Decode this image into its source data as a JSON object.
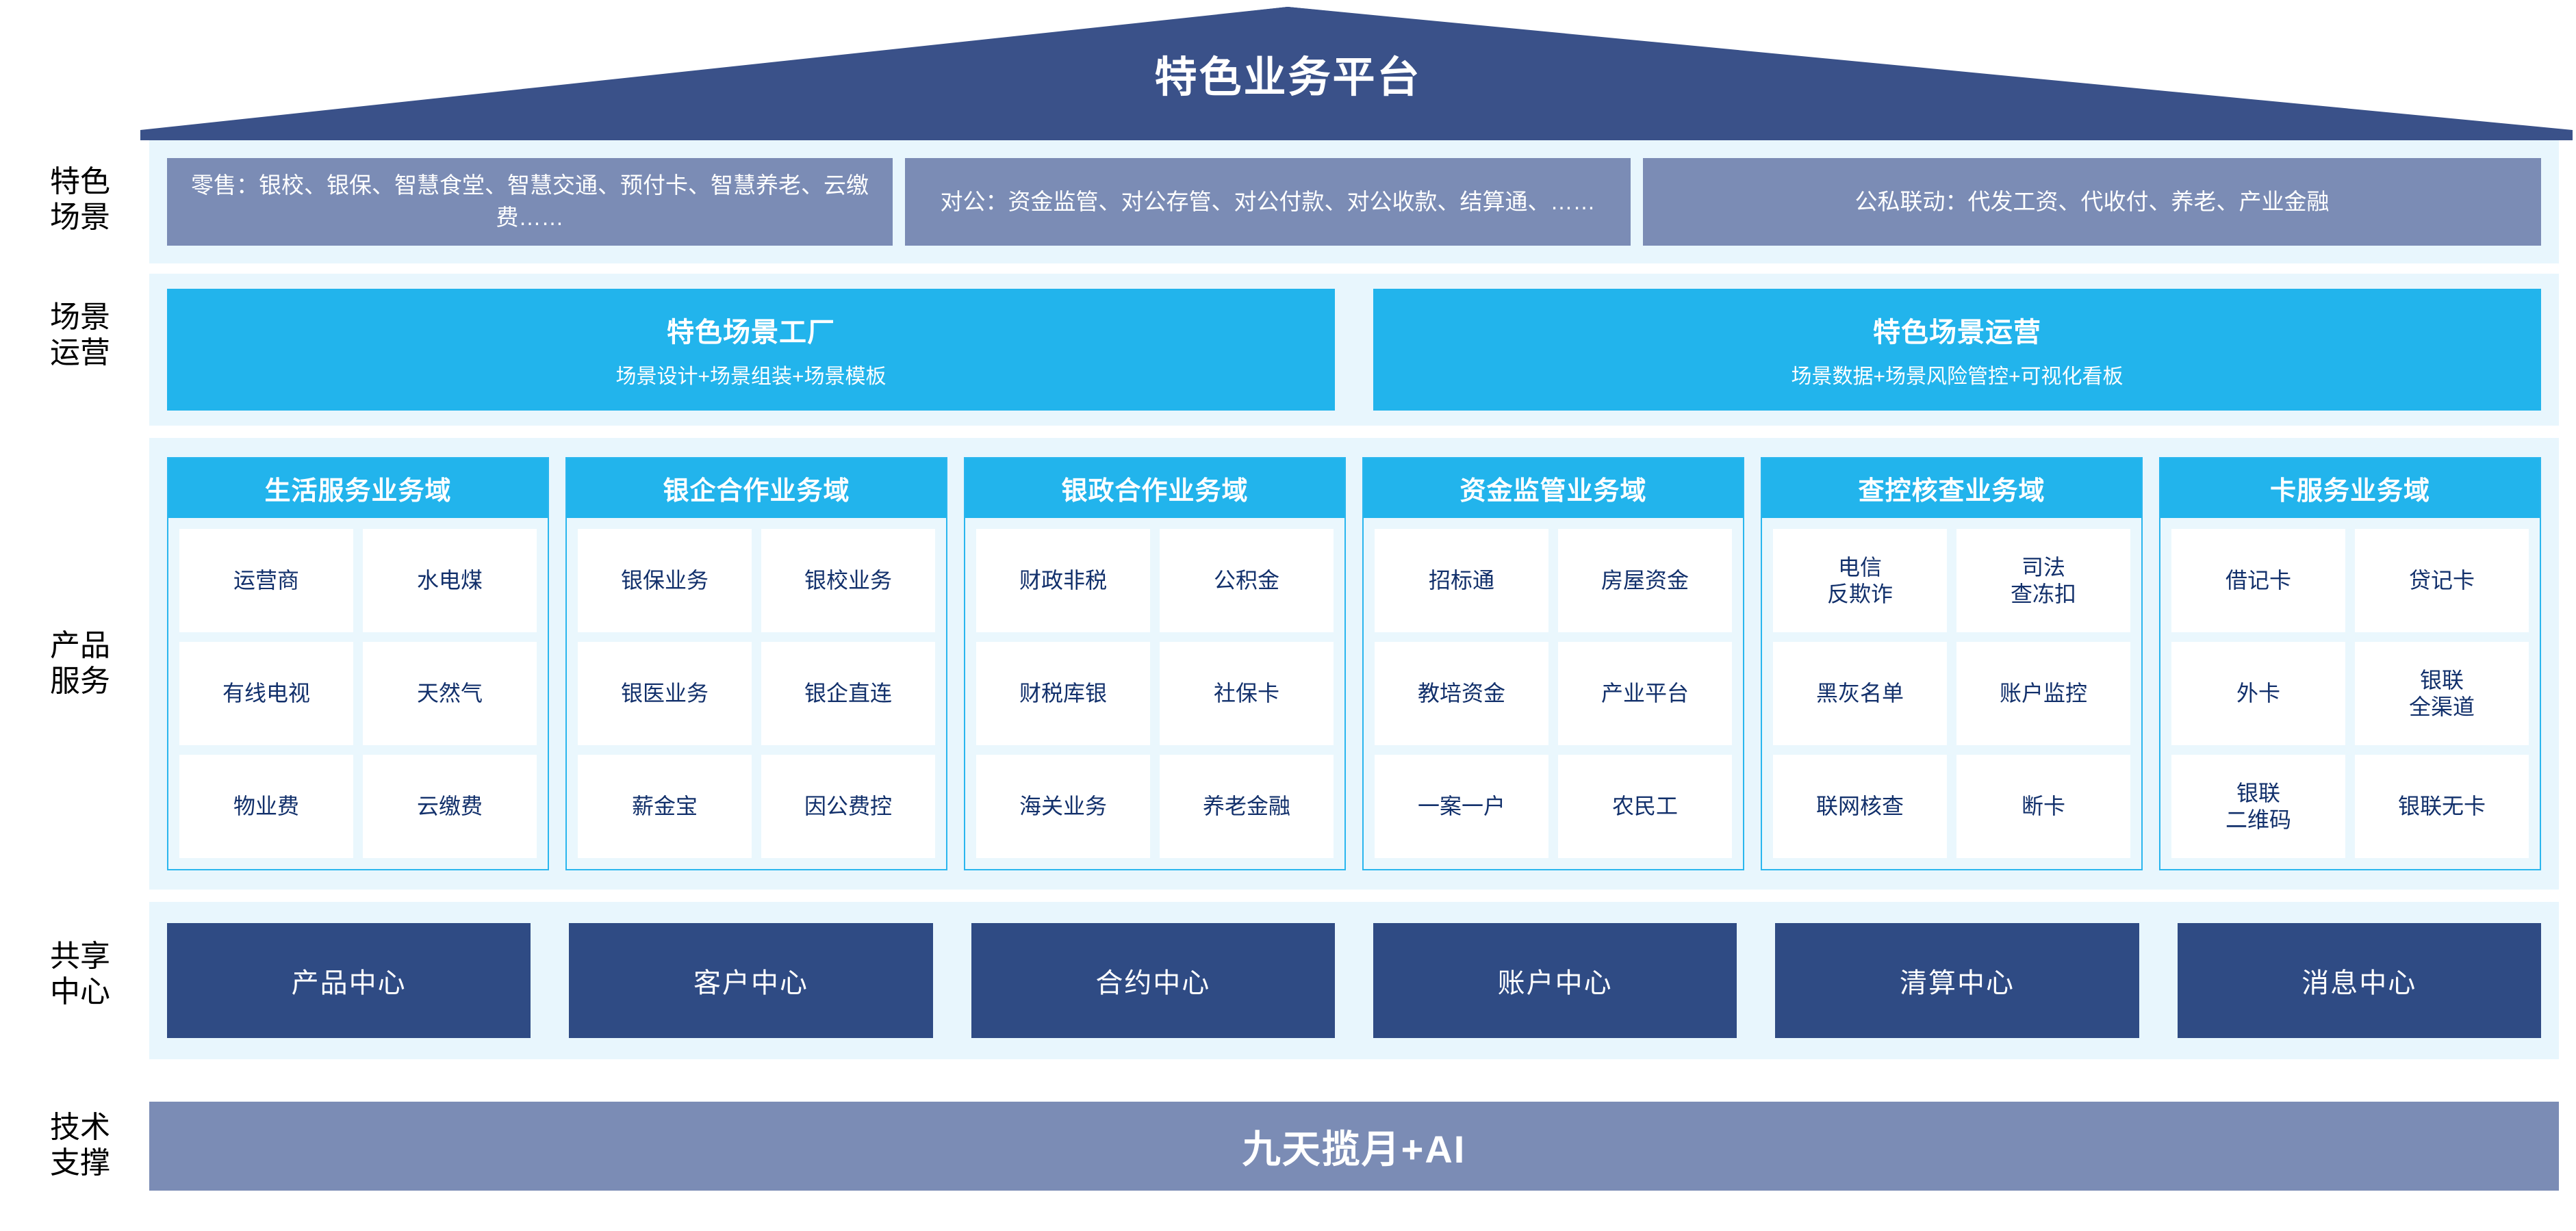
{
  "header": {
    "title": "特色业务平台",
    "roof_color": "#3a5189"
  },
  "colors": {
    "roof": "#3a5189",
    "panel_bg": "#e8f6fd",
    "scene_box": "#7b8cb5",
    "cyan": "#22b4ec",
    "deep_blue": "#2f4b84",
    "cell_text": "#12306b",
    "tech_bar": "#7b8cb5"
  },
  "rows": {
    "scene": {
      "label": "特色\n场景",
      "boxes": [
        "零售：银校、银保、智慧食堂、智慧交通、预付卡、智慧养老、云缴费……",
        "对公：资金监管、对公存管、对公付款、对公收款、结算通、……",
        "公私联动：代发工资、代收付、养老、产业金融"
      ]
    },
    "operation": {
      "label": "场景\n运营",
      "boxes": [
        {
          "title": "特色场景工厂",
          "subtitle": "场景设计+场景组装+场景模板"
        },
        {
          "title": "特色场景运营",
          "subtitle": "场景数据+场景风险管控+可视化看板"
        }
      ]
    },
    "products": {
      "label": "产品\n服务",
      "domains": [
        {
          "title": "生活服务业务域",
          "cells": [
            "运营商",
            "水电煤",
            "有线电视",
            "天然气",
            "物业费",
            "云缴费"
          ]
        },
        {
          "title": "银企合作业务域",
          "cells": [
            "银保业务",
            "银校业务",
            "银医业务",
            "银企直连",
            "薪金宝",
            "因公费控"
          ]
        },
        {
          "title": "银政合作业务域",
          "cells": [
            "财政非税",
            "公积金",
            "财税库银",
            "社保卡",
            "海关业务",
            "养老金融"
          ]
        },
        {
          "title": "资金监管业务域",
          "cells": [
            "招标通",
            "房屋资金",
            "教培资金",
            "产业平台",
            "一案一户",
            "农民工"
          ]
        },
        {
          "title": "查控核查业务域",
          "cells": [
            "电信\n反欺诈",
            "司法\n查冻扣",
            "黑灰名单",
            "账户监控",
            "联网核查",
            "断卡"
          ]
        },
        {
          "title": "卡服务业务域",
          "cells": [
            "借记卡",
            "贷记卡",
            "外卡",
            "银联\n全渠道",
            "银联\n二维码",
            "银联无卡"
          ]
        }
      ]
    },
    "shared": {
      "label": "共享\n中心",
      "boxes": [
        "产品中心",
        "客户中心",
        "合约中心",
        "账户中心",
        "清算中心",
        "消息中心"
      ]
    },
    "tech": {
      "label": "技术\n支撑",
      "bar": "九天揽月+AI"
    }
  }
}
